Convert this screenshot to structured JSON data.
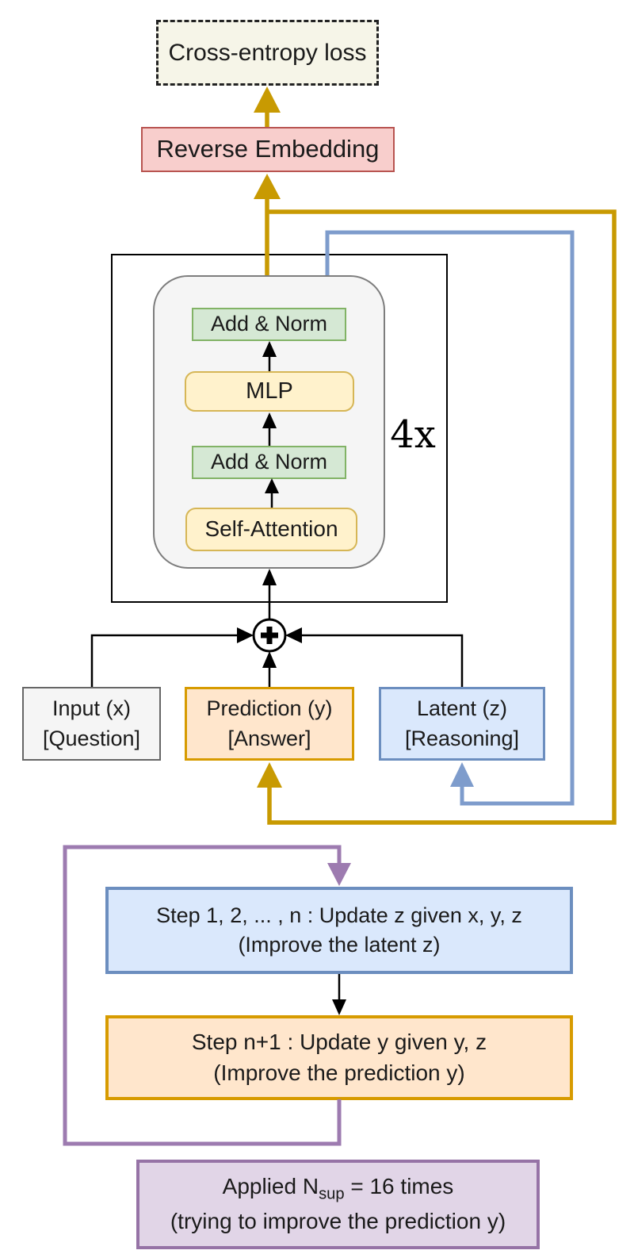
{
  "boxes": {
    "loss": {
      "label": "Cross-entropy loss"
    },
    "reverse_embedding": {
      "label": "Reverse Embedding"
    },
    "transformer": {
      "repeat": "4x",
      "add_norm_top": "Add & Norm",
      "mlp": "MLP",
      "add_norm_bottom": "Add & Norm",
      "self_attention": "Self-Attention"
    },
    "combiner": {
      "symbol": "+"
    },
    "input": {
      "line1": "Input (x)",
      "line2": "[Question]"
    },
    "prediction": {
      "line1": "Prediction (y)",
      "line2": "[Answer]"
    },
    "latent": {
      "line1": "Latent (z)",
      "line2": "[Reasoning]"
    },
    "step_update_z": {
      "line1": "Step 1, 2, ... , n : Update z given x, y, z",
      "line2": "(Improve the latent z)"
    },
    "step_update_y": {
      "line1": "Step n+1 : Update y given y, z",
      "line2": "(Improve the prediction y)"
    },
    "applied": {
      "prefix": "Applied N",
      "sub": "sup",
      "suffix": " = 16 times",
      "line2": "(trying to improve the prediction y)"
    }
  },
  "colors": {
    "gold_arrow": "#C89A02",
    "blue_arrow": "#7E9CCC",
    "purple_arrow": "#9D7BB0",
    "cream_fill": "#F6F5E8",
    "red_fill": "#F8CECC",
    "red_border": "#B85450",
    "green_fill": "#D5E8D4",
    "green_border": "#82B366",
    "yellow_fill": "#FFF2CC",
    "yellow_border": "#D6B656",
    "gray_fill": "#F5F5F5",
    "gray_border": "#666666",
    "orange_fill": "#FFE6CC",
    "orange_border": "#D79B00",
    "blue_fill": "#DAE8FC",
    "blue_border": "#6C8EBF",
    "purple_fill": "#E1D5E7",
    "purple_border": "#9673A6"
  }
}
